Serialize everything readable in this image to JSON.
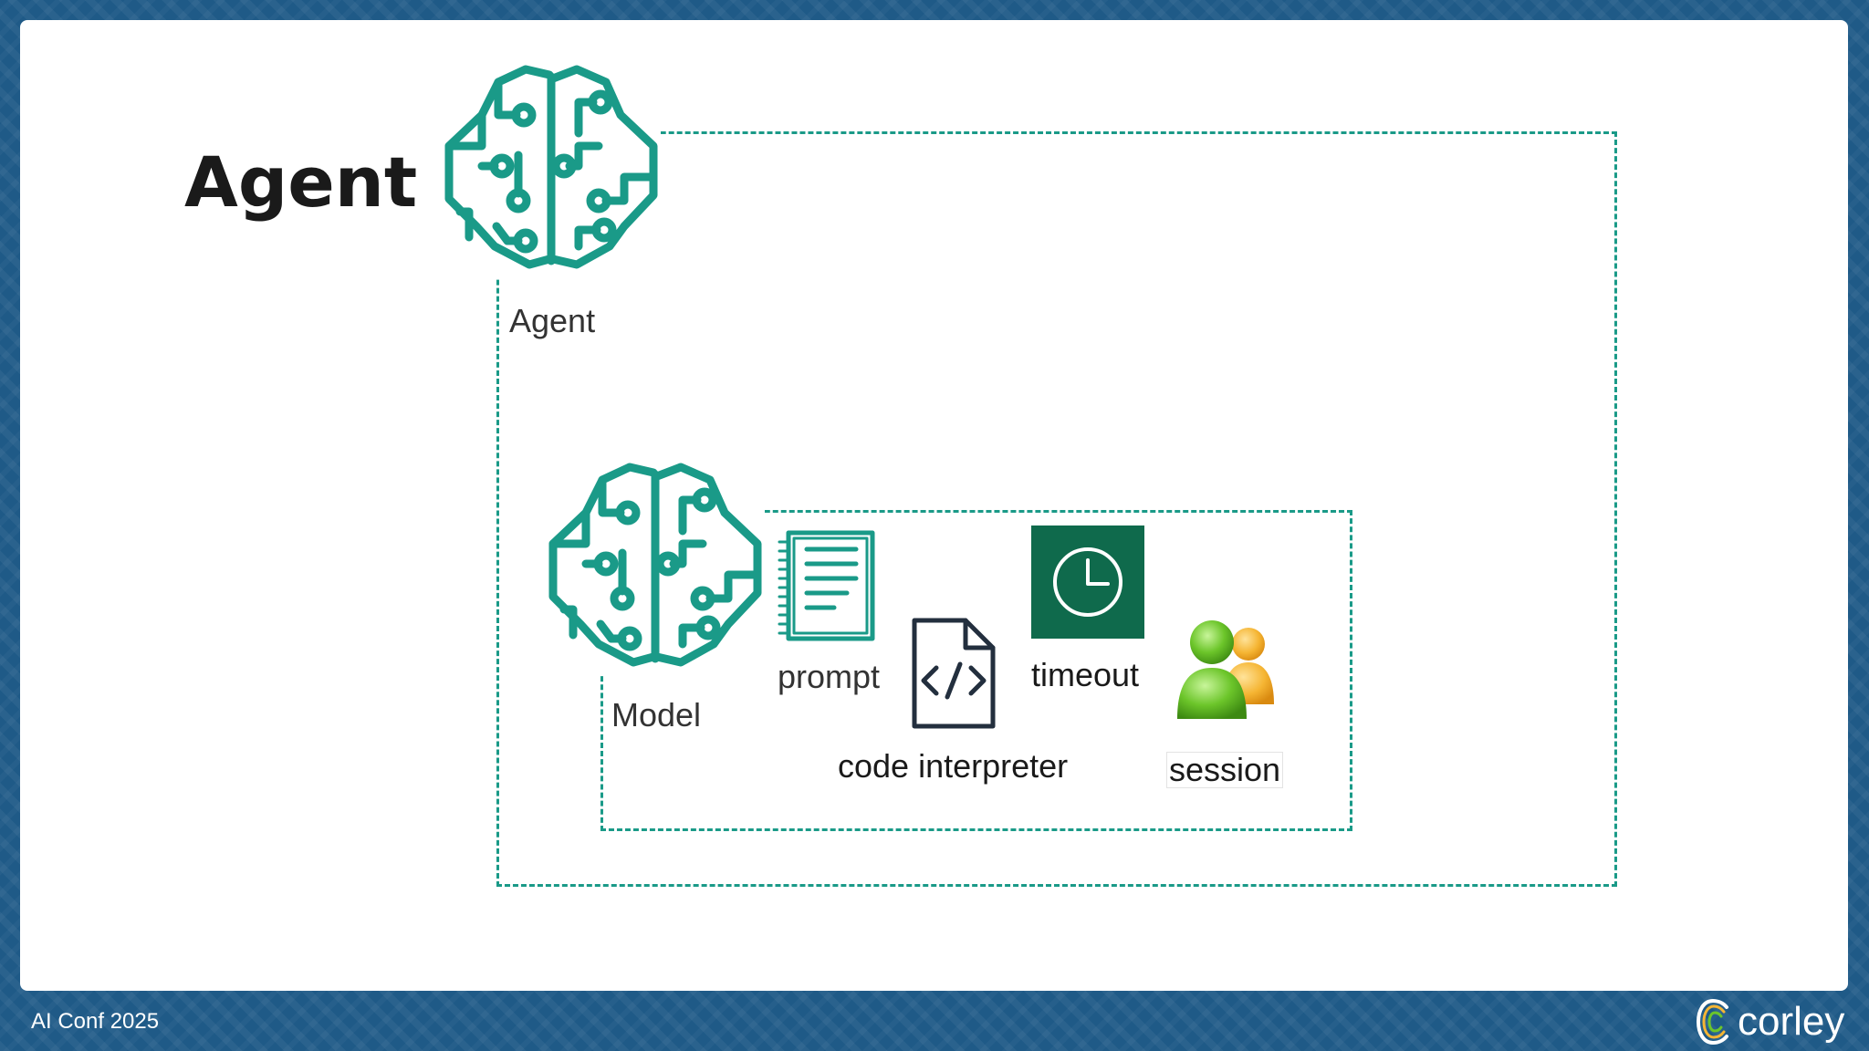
{
  "slide": {
    "title": "Agent"
  },
  "diagram": {
    "agent_label": "Agent",
    "model_label": "Model",
    "prompt_label": "prompt",
    "code_interpreter_label": "code interpreter",
    "timeout_label": "timeout",
    "session_label": "session"
  },
  "footer": {
    "event": "AI Conf 2025",
    "brand": "corley"
  },
  "colors": {
    "accent_teal": "#1a9a88",
    "timeout_bg": "#0f6a4c",
    "background_blue": "#1f5a87"
  },
  "icons": {
    "agent": "brain-circuit-icon",
    "model": "brain-circuit-icon",
    "prompt": "notebook-icon",
    "code_interpreter": "code-file-icon",
    "timeout": "clock-icon",
    "session": "users-icon"
  }
}
